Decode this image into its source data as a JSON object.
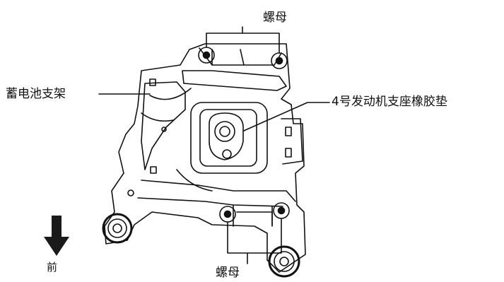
{
  "labels": {
    "nut_top": "螺母",
    "battery_bracket": "蓄电池支架",
    "engine_mount_no4": "4号发动机支座橡胶垫",
    "nut_bottom": "螺母",
    "front": "前"
  },
  "colors": {
    "line": "#111111",
    "paper": "#ffffff",
    "arrow": "#1a1a1a"
  },
  "icons": {
    "direction": "down-arrow-icon"
  }
}
